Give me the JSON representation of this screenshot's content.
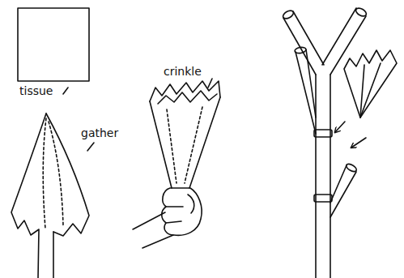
{
  "diagram": {
    "labels": [
      "tissue",
      "gather",
      "crinkle"
    ]
  }
}
